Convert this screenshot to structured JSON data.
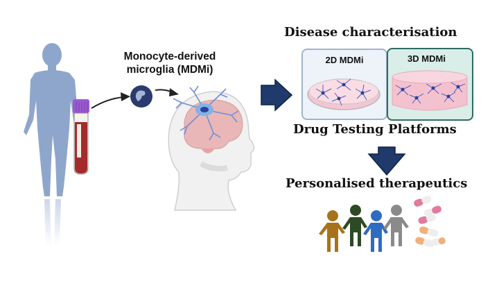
{
  "labels": {
    "mdmi_title_line1": "Monocyte-derived",
    "mdmi_title_line2": "microglia (MDMi)",
    "disease_characterisation": "Disease characterisation",
    "panel_2d": "2D MDMi",
    "panel_3d": "3D MDMi",
    "drug_testing": "Drug Testing Platforms",
    "personalised": "Personalised therapeutics"
  },
  "icons": {
    "human": "human-silhouette-icon",
    "tube": "blood-tube-icon",
    "monocyte": "monocyte-cell-icon",
    "head": "head-brain-icon",
    "dish2d": "petri-dish-icon",
    "culture3d": "3d-culture-icon",
    "people": "people-group-icon",
    "pills": "pill-capsules-icon"
  },
  "colors": {
    "silhouette": "#8fa6cc",
    "tube_cap": "#9b59d0",
    "blood": "#a52a2a",
    "arrow_dark": "#1f3a6b",
    "panel2d_bg": "#eef3fa",
    "panel2d_border": "#9fb3cc",
    "panel3d_bg": "#d9ede9",
    "panel3d_border": "#2f6a60",
    "microglia": "#4a5fc0",
    "dish_pink": "#f4c6d3",
    "person_brown": "#a8721c",
    "person_green": "#2d4a24",
    "person_blue": "#2f6cbf",
    "person_gray": "#8a8a8a"
  }
}
